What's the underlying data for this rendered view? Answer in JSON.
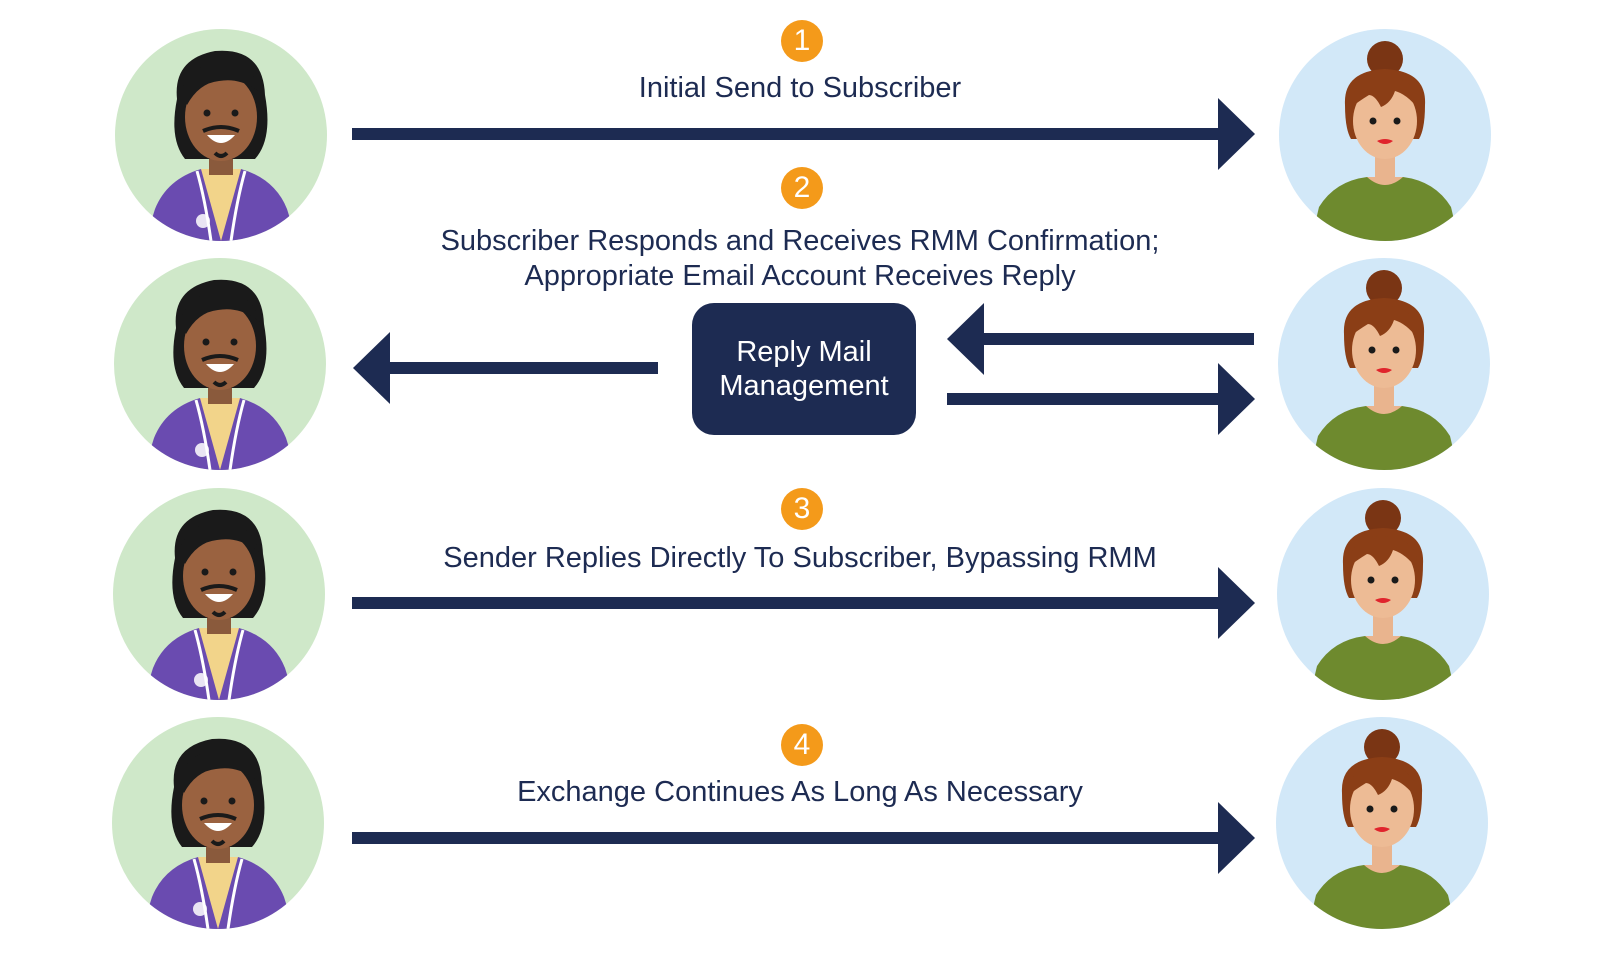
{
  "colors": {
    "navy": "#1D2B52",
    "badge_orange": "#F49A1A",
    "sender_bg": "#CFE8C9",
    "subscriber_bg": "#D2E8F8",
    "sender_hoodie": "#6A4BB0",
    "subscriber_shirt": "#6E8A2E"
  },
  "participants": {
    "sender_icon": "sender-avatar",
    "subscriber_icon": "subscriber-avatar"
  },
  "steps": [
    {
      "number": "1",
      "label": "Initial Send to Subscriber"
    },
    {
      "number": "2",
      "label_line1": "Subscriber Responds and Receives RMM Confirmation;",
      "label_line2": "Appropriate Email Account Receives Reply"
    },
    {
      "number": "3",
      "label": "Sender Replies Directly To Subscriber, Bypassing RMM"
    },
    {
      "number": "4",
      "label": "Exchange Continues As Long As Necessary"
    }
  ],
  "rmm_box": {
    "line1": "Reply Mail",
    "line2": "Management"
  }
}
